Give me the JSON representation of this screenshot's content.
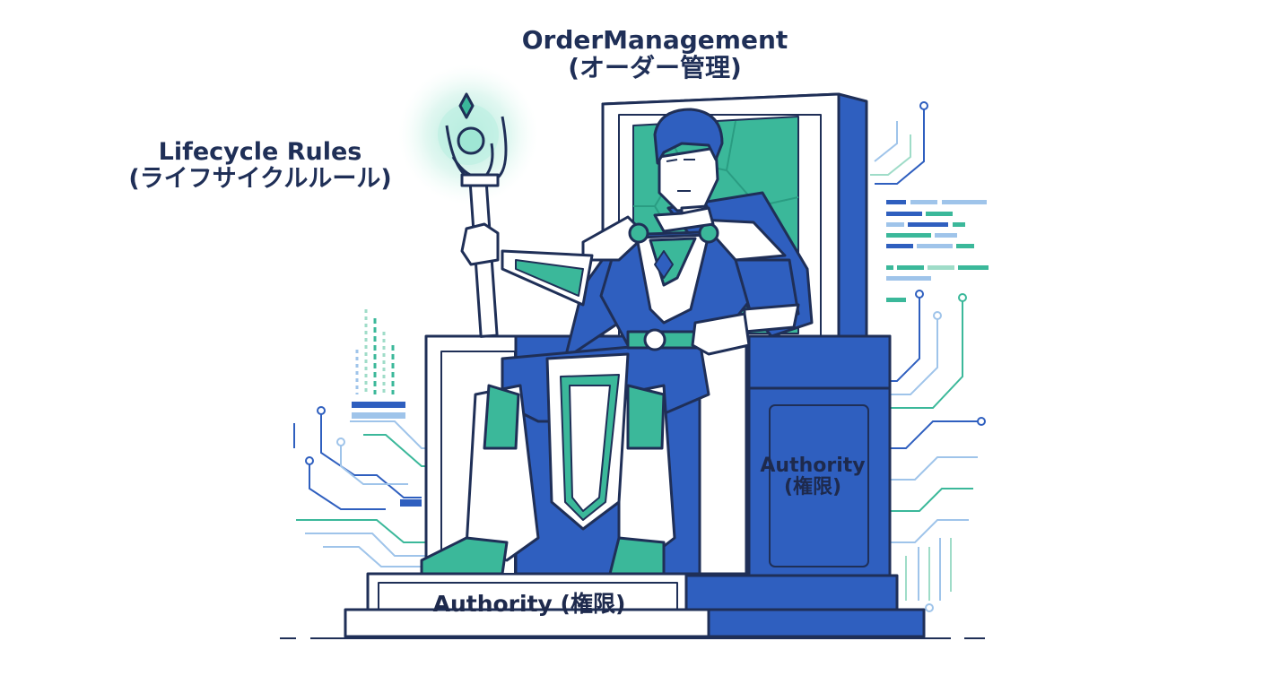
{
  "labels": {
    "title_line1": "OrderManagement",
    "title_line2": "(オーダー管理)",
    "lifecycle_line1": "Lifecycle Rules",
    "lifecycle_line2": "(ライフサイクルルール)",
    "authority_side_line1": "Authority",
    "authority_side_line2": "(権限)",
    "authority_plinth": "Authority (権限)"
  },
  "colors": {
    "navy": "#1f2f57",
    "blue": "#2f5fbf",
    "light_blue": "#b9d2ee",
    "teal": "#3bb89a",
    "light_teal": "#9fdcc8",
    "white": "#ffffff"
  },
  "icons": [
    "scepter-icon",
    "circuit-lines-icon",
    "code-lines-icon",
    "bar-signal-icon"
  ]
}
